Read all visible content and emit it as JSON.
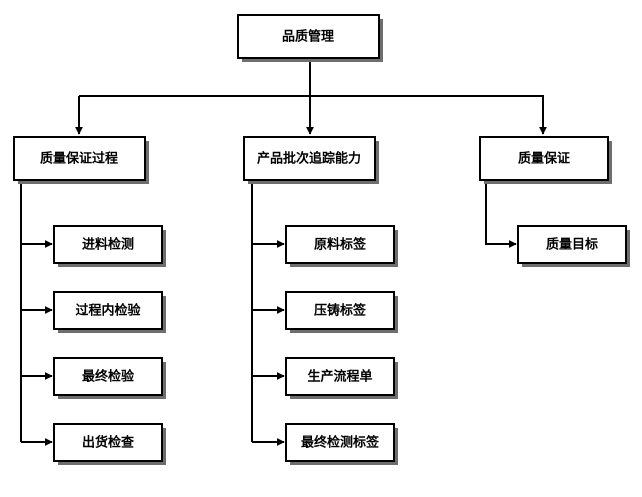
{
  "root": {
    "label": "品质管理"
  },
  "branches": [
    {
      "label": "质量保证过程",
      "children": [
        "进料检测",
        "过程内检验",
        "最终检验",
        "出货检查"
      ]
    },
    {
      "label": "产品批次追踪能力",
      "children": [
        "原料标签",
        "压铸标签",
        "生产流程单",
        "最终检测标签"
      ]
    },
    {
      "label": "质量保证",
      "children": [
        "质量目标"
      ]
    }
  ]
}
